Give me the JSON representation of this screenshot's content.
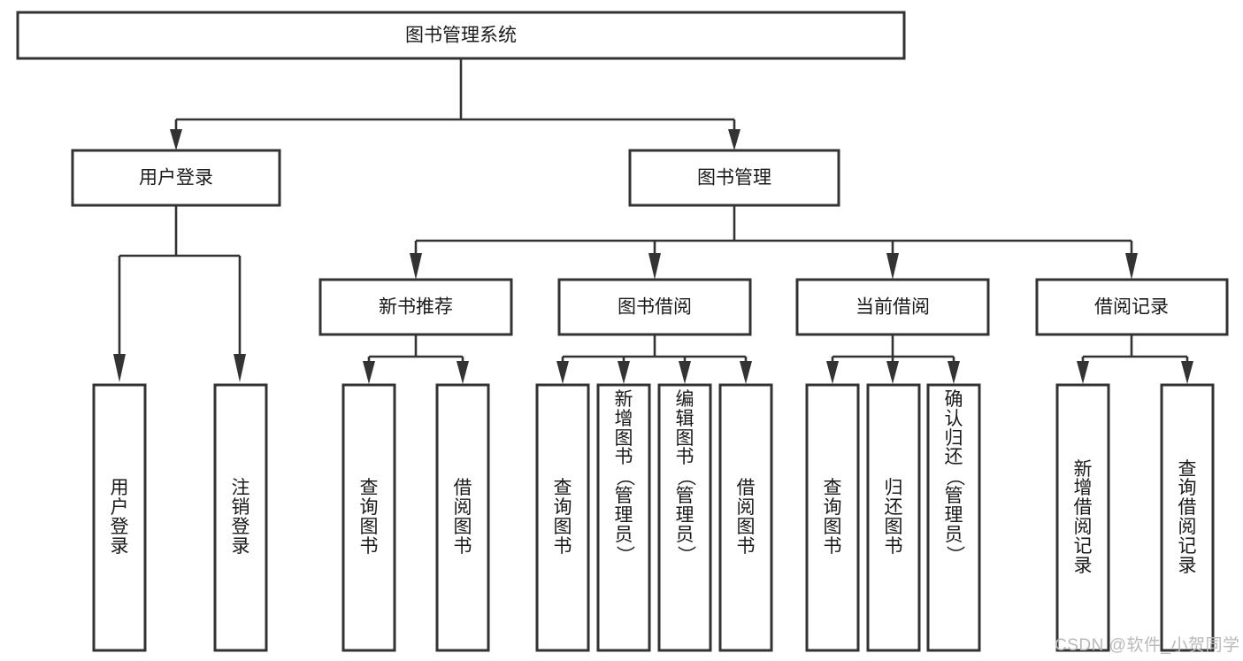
{
  "diagram": {
    "title": "图书管理系统",
    "type": "hierarchy-tree",
    "watermark": "CSDN @软件_小贺同学",
    "colors": {
      "box_fill": "#ffffff",
      "box_stroke": "#333333",
      "text": "#1a1a1a",
      "watermark": "#b9b9b9"
    },
    "root": {
      "label": "图书管理系统"
    },
    "level2": [
      {
        "label": "用户登录"
      },
      {
        "label": "图书管理"
      }
    ],
    "level3": [
      {
        "label": "新书推荐"
      },
      {
        "label": "图书借阅"
      },
      {
        "label": "当前借阅"
      },
      {
        "label": "借阅记录"
      }
    ],
    "leaves": {
      "user_login": [
        {
          "label": "用户登录"
        },
        {
          "label": "注销登录"
        }
      ],
      "new_book_recommend": [
        {
          "label": "查询图书"
        },
        {
          "label": "借阅图书"
        }
      ],
      "book_borrow": [
        {
          "label": "查询图书"
        },
        {
          "label": "新增图书（管理员）"
        },
        {
          "label": "编辑图书（管理员）"
        },
        {
          "label": "借阅图书"
        }
      ],
      "current_borrow": [
        {
          "label": "查询图书"
        },
        {
          "label": "归还图书"
        },
        {
          "label": "确认归还（管理员）"
        }
      ],
      "borrow_record": [
        {
          "label": "新增借阅记录"
        },
        {
          "label": "查询借阅记录"
        }
      ]
    }
  }
}
